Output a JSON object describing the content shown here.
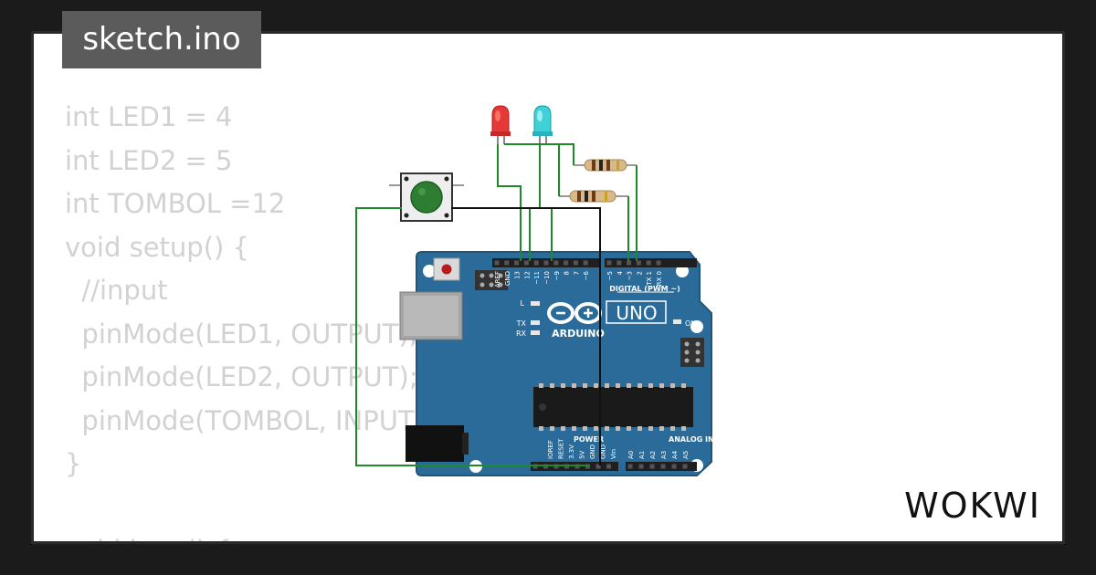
{
  "sketch_tab": {
    "title": "sketch.ino"
  },
  "code_lines": [
    "int LED1 = 4",
    "int LED2 = 5",
    "int TOMBOL =12",
    "void setup() {",
    "  //input",
    "  pinMode(LED1, OUTPUT);",
    "  pinMode(LED2, OUTPUT);",
    "  pinMode(TOMBOL, INPUT);",
    "}",
    "",
    "void loop() {"
  ],
  "brand": {
    "name": "WOKWI"
  },
  "board": {
    "model": "UNO",
    "maker": "ARDUINO",
    "digital_label": "DIGITAL (PWM ~)",
    "power_label": "POWER",
    "analog_label": "ANALOG IN",
    "on_label": "ON",
    "l_label": "L",
    "tx_label": "TX",
    "rx_label": "RX",
    "digital_pins": [
      "AREF",
      "GND",
      "13",
      "12",
      "~11",
      "~10",
      "~9",
      "8",
      "7",
      "~6",
      "~5",
      "4",
      "~3",
      "2",
      "TX 1",
      "RX 0"
    ],
    "power_pins": [
      "IOREF",
      "RESET",
      "3.3V",
      "5V",
      "GND",
      "GND",
      "Vin"
    ],
    "analog_pins": [
      "A0",
      "A1",
      "A2",
      "A3",
      "A4",
      "A5"
    ]
  },
  "colors": {
    "background": "#1b1b1b",
    "card": "#ffffff",
    "code_text": "#d2d2d2",
    "title_tab": "#5b5b5b",
    "board": "#2b6b9a",
    "wire_green": "#1f8a2a",
    "wire_black": "#111111",
    "led_red": "#e53935",
    "led_cyan": "#3fd0d8",
    "button_cap": "#2e7d32"
  }
}
